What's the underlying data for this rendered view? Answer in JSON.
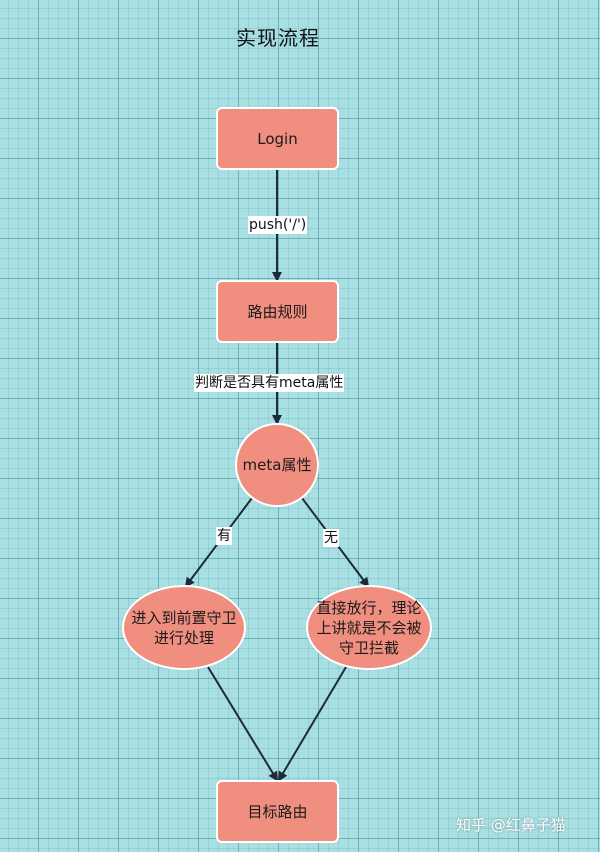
{
  "title": "实现流程",
  "nodes": {
    "login": "Login",
    "route_rules": "路由规则",
    "meta_attr": "meta属性",
    "guard_process": [
      "进入到前置守卫",
      "进行处理"
    ],
    "pass_through": [
      "直接放行，理论",
      "上讲就是不会被",
      "守卫拦截"
    ],
    "target_route": "目标路由"
  },
  "edge_labels": {
    "push": "push('/')",
    "check_meta": "判断是否具有meta属性",
    "yes": "有",
    "no": "无"
  },
  "watermark": "知乎 @红鼻子猫",
  "colors": {
    "background": "#a8dfe2",
    "node_fill": "#f08f80",
    "node_border": "#ffffff",
    "arrow": "#1c2b3a"
  }
}
